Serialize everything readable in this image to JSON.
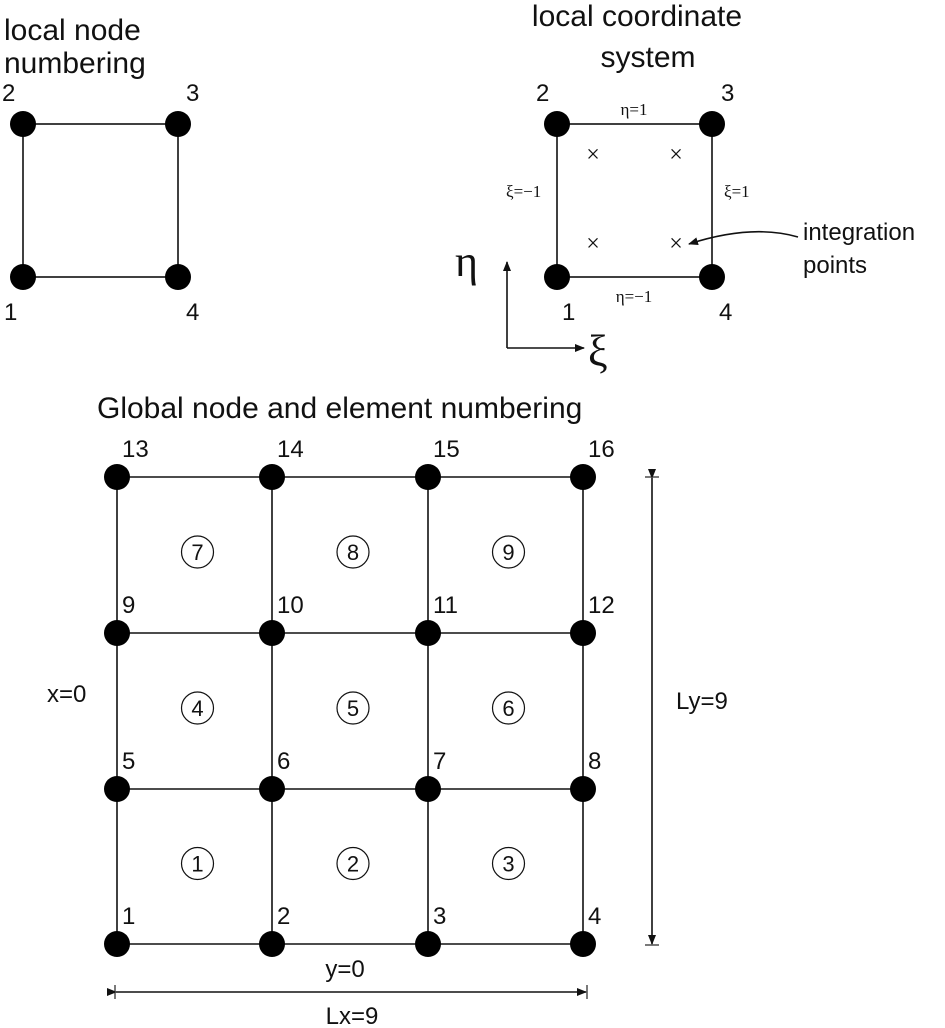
{
  "local_node": {
    "title_line1": "local node",
    "title_line2": "numbering",
    "node_labels": [
      "1",
      "2",
      "3",
      "4"
    ]
  },
  "local_coord": {
    "title_line1": "local coordinate",
    "title_line2": "system",
    "node_labels": [
      "1",
      "2",
      "3",
      "4"
    ],
    "edge_labels": {
      "top": "η=1",
      "bottom": "η=−1",
      "left": "ξ=−1",
      "right": "ξ=1"
    },
    "axis_eta": "η",
    "axis_xi": "ξ",
    "integration_label_line1": "integration",
    "integration_label_line2": "points",
    "integration_mark": "×"
  },
  "global": {
    "title": "Global node and element numbering",
    "node_labels": [
      "1",
      "2",
      "3",
      "4",
      "5",
      "6",
      "7",
      "8",
      "9",
      "10",
      "11",
      "12",
      "13",
      "14",
      "15",
      "16"
    ],
    "element_labels": [
      "1",
      "2",
      "3",
      "4",
      "5",
      "6",
      "7",
      "8",
      "9"
    ],
    "left_label": "x=0",
    "bottom_label": "y=0",
    "ly_label": "Ly=9",
    "lx_label": "Lx=9"
  }
}
